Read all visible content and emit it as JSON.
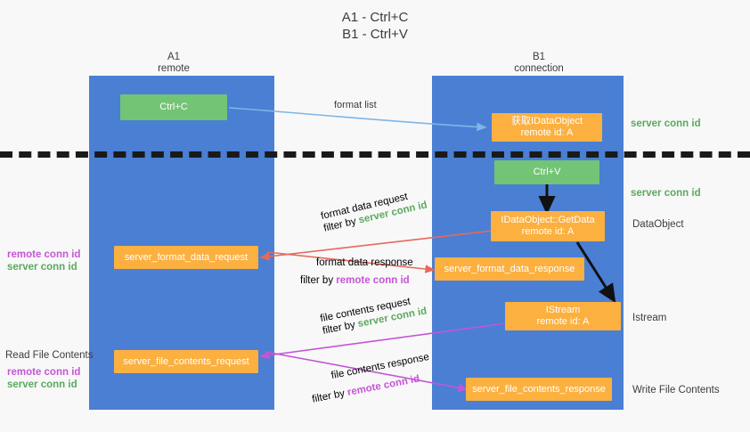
{
  "title": "A1 - Ctrl+C\nB1 - Ctrl+V",
  "colors": {
    "lane": "#4a7fd4",
    "orange": "#fbb040",
    "green": "#74c476",
    "server_conn": "#5aa95e",
    "remote_conn": "#c455d6",
    "background": "#f8f8f8",
    "arrow_blue": "#7eb6e8",
    "arrow_red": "#e8685c",
    "arrow_magenta": "#c455d6",
    "arrow_black": "#111111"
  },
  "lanes": [
    {
      "id": "a1",
      "name": "A1",
      "sub": "remote"
    },
    {
      "id": "b1",
      "name": "B1",
      "sub": "connection"
    }
  ],
  "nodes": [
    {
      "id": "ctrl-c",
      "line1": "Ctrl+C",
      "line2": "",
      "color": "green"
    },
    {
      "id": "get-idataobject",
      "line1": "获取IDataObject",
      "line2": "remote id: A",
      "color": "orange"
    },
    {
      "id": "ctrl-v",
      "line1": "Ctrl+V",
      "line2": "",
      "color": "green"
    },
    {
      "id": "idataobject-getdata",
      "line1": "IDataObject::GetData",
      "line2": "remote id: A",
      "color": "orange"
    },
    {
      "id": "server-format-data-request",
      "line1": "server_format_data_request",
      "line2": "",
      "color": "orange"
    },
    {
      "id": "server-format-data-response",
      "line1": "server_format_data_response",
      "line2": "",
      "color": "orange"
    },
    {
      "id": "istream",
      "line1": "IStream",
      "line2": "remote id: A",
      "color": "orange"
    },
    {
      "id": "server-file-contents-request",
      "line1": "server_file_contents_request",
      "line2": "",
      "color": "orange"
    },
    {
      "id": "server-file-contents-response",
      "line1": "server_file_contents_response",
      "line2": "",
      "color": "orange"
    }
  ],
  "edges": [
    {
      "id": "format-list",
      "label": "format list",
      "filter_prefix": "",
      "filter_value": "",
      "color": "arrow_blue"
    },
    {
      "id": "format-data-request",
      "label": "format data request",
      "filter_prefix": "filter by ",
      "filter_value": "server conn id",
      "color": "arrow_red"
    },
    {
      "id": "format-data-response",
      "label": "format data response",
      "filter_prefix": "filter by ",
      "filter_value": "remote conn id",
      "color": "arrow_red"
    },
    {
      "id": "file-contents-request",
      "label": "file contents request",
      "filter_prefix": "filter by ",
      "filter_value": "server conn id",
      "color": "arrow_magenta"
    },
    {
      "id": "file-contents-response",
      "label": "file contents response",
      "filter_prefix": "filter by ",
      "filter_value": "remote conn id",
      "color": "arrow_magenta"
    }
  ],
  "annotations": {
    "right_server_conn_top": "server conn id",
    "right_server_conn_mid": "server conn id",
    "right_dataobject": "DataObject",
    "right_istream": "Istream",
    "right_write_file_contents": "Write File Contents",
    "left_read_file_contents": "Read File Contents",
    "conn_remote": "remote conn id",
    "conn_server": "server conn id"
  }
}
